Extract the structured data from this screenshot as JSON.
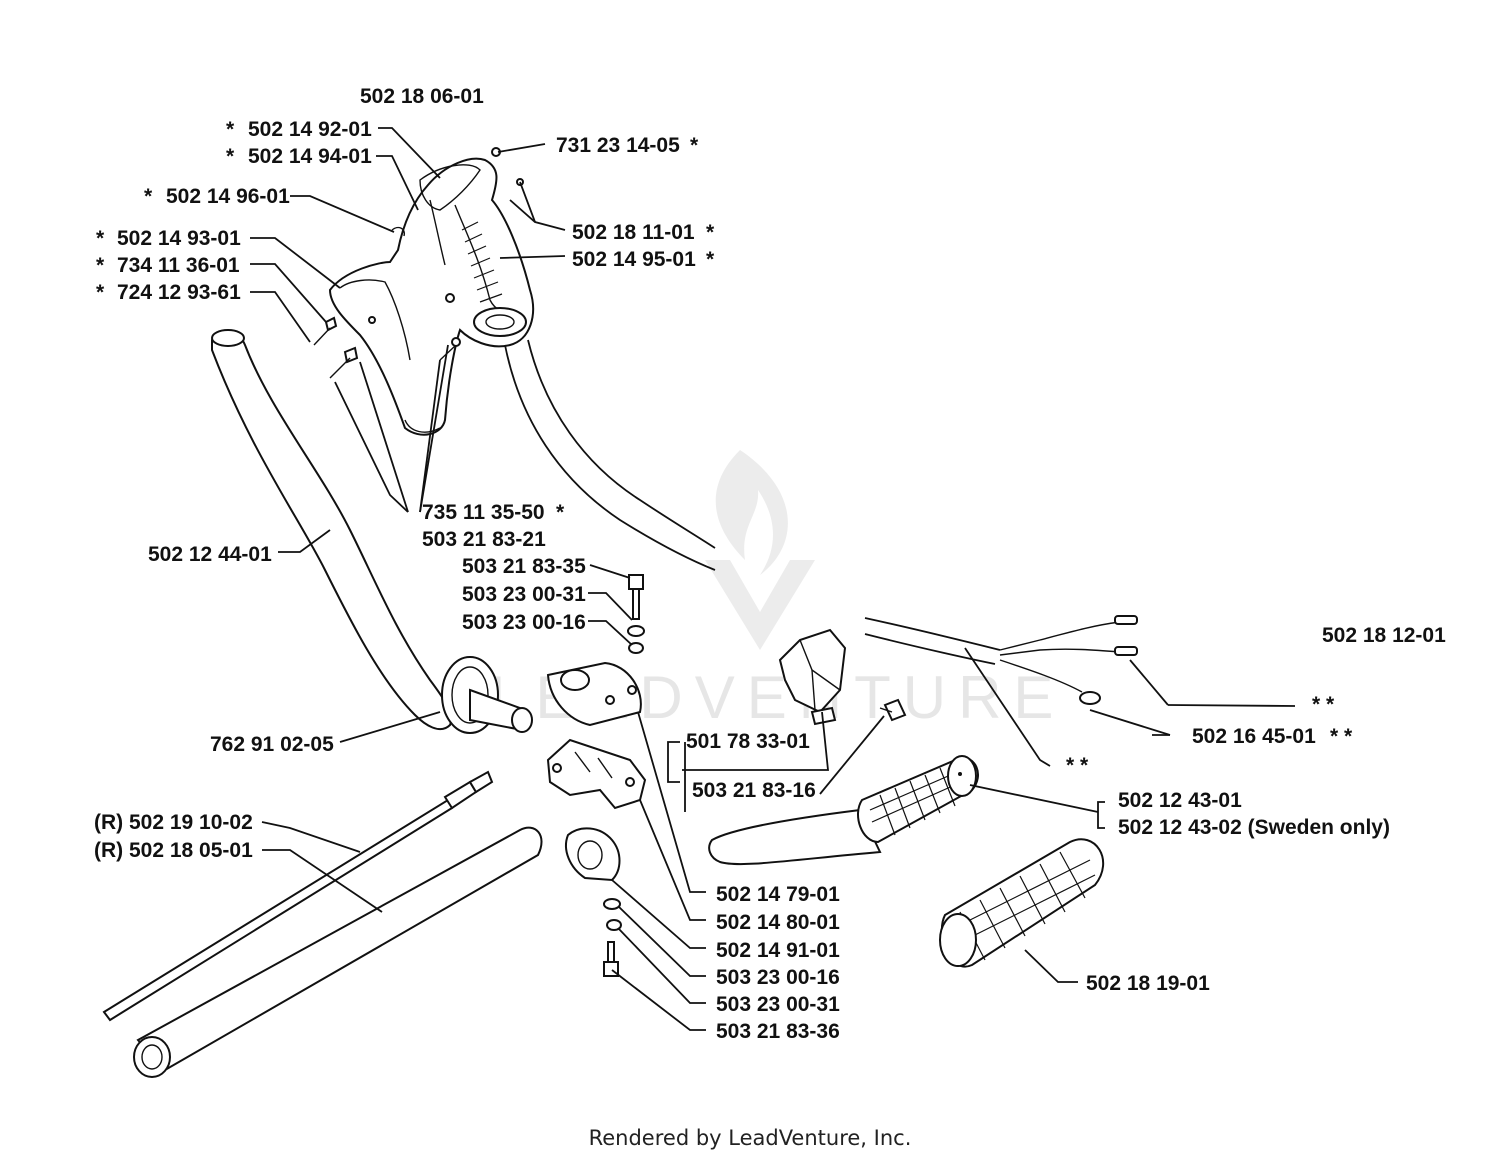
{
  "diagram": {
    "labels": {
      "l_502_18_06_01": "502 18 06-01",
      "l_502_14_92_01": "502 14 92-01",
      "l_502_14_94_01": "502 14 94-01",
      "l_731_23_14_05": "731 23 14-05",
      "l_502_14_96_01": "502 14 96-01",
      "l_502_18_11_01": "502 18 11-01",
      "l_502_14_95_01": "502 14 95-01",
      "l_502_14_93_01": "502 14 93-01",
      "l_734_11_36_01": "734 11 36-01",
      "l_724_12_93_61": "724 12 93-61",
      "l_735_11_35_50": "735 11 35-50",
      "l_503_21_83_21": "503 21 83-21",
      "l_502_12_44_01": "502 12 44-01",
      "l_503_21_83_35": "503 21 83-35",
      "l_503_23_00_31_top": "503 23 00-31",
      "l_503_23_00_16_top": "503 23 00-16",
      "l_502_18_12_01": "502 18 12-01",
      "l_762_91_02_05": "762 91 02-05",
      "l_501_78_33_01": "501 78 33-01",
      "l_503_21_83_16": "503 21 83-16",
      "l_502_16_45_01": "502 16 45-01",
      "l_502_12_43_01": "502 12 43-01",
      "l_502_12_43_02": "502 12 43-02 (Sweden only)",
      "l_r_502_19_10_02": "(R) 502 19 10-02",
      "l_r_502_18_05_01": "(R) 502 18 05-01",
      "l_502_14_79_01": "502 14 79-01",
      "l_502_14_80_01": "502 14 80-01",
      "l_502_14_91_01": "502 14 91-01",
      "l_503_23_00_16_bot": "503 23 00-16",
      "l_503_23_00_31_bot": "503 23 00-31",
      "l_503_21_83_36": "503 21 83-36",
      "l_502_18_19_01": "502 18 19-01"
    },
    "markers": {
      "star": "*",
      "double_star": "* *"
    },
    "watermark": "LEADVENTURE",
    "footer": "Rendered by LeadVenture, Inc."
  }
}
